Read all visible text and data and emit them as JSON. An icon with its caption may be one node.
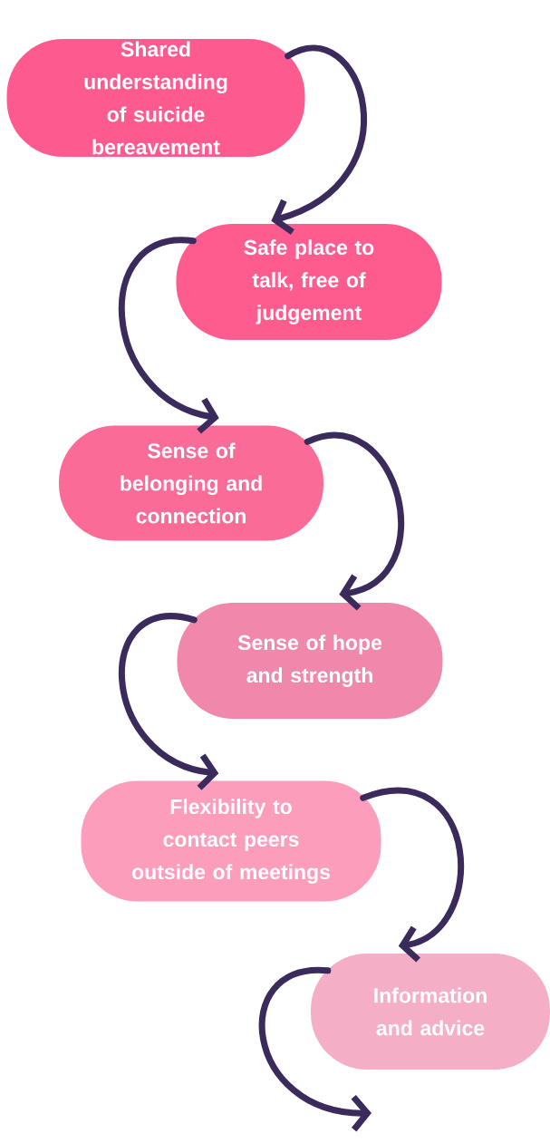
{
  "diagram": {
    "nodes": [
      {
        "text": [
          "Shared understanding of suicide bereavement"
        ]
      },
      {
        "text": [
          "Safe place to talk, free of judgement"
        ]
      },
      {
        "text": [
          "Sense of belonging and connection"
        ]
      },
      {
        "text": [
          "Sense of hope and strength"
        ]
      },
      {
        "text": [
          "Flexibility to contact peers outside of meetings"
        ]
      },
      {
        "text": [
          "Information and advice"
        ]
      }
    ],
    "edges": [
      {
        "from": 0,
        "to": 1,
        "arrow": "to"
      },
      {
        "from": 1,
        "to": 2,
        "arrow": "to"
      },
      {
        "from": 2,
        "to": 3,
        "arrow": "to"
      },
      {
        "from": 3,
        "to": 4,
        "arrow": "to"
      },
      {
        "from": 4,
        "to": 5,
        "arrow": "to"
      },
      {
        "from": 5,
        "to": null,
        "arrow": "to"
      }
    ]
  }
}
